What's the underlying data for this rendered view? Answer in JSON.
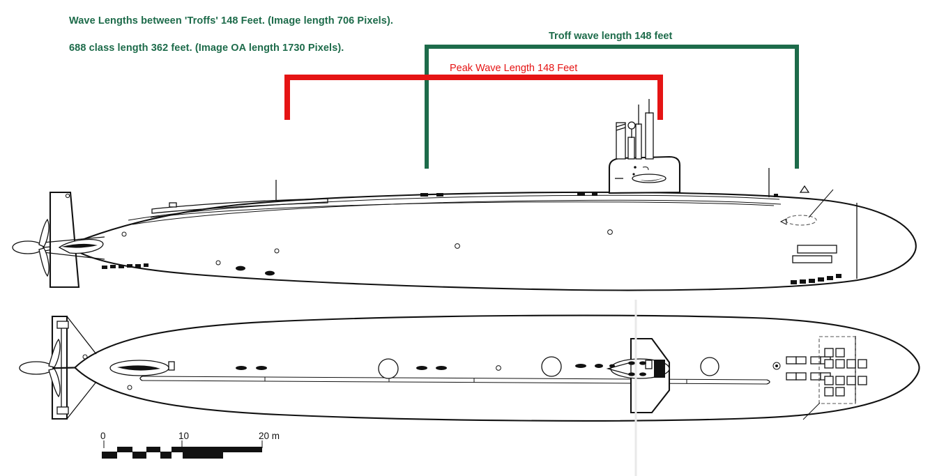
{
  "diagram": {
    "title_notes": [
      "Wave Lengths between 'Troffs'   148 Feet.  (Image length 706 Pixels).",
      "688 class length 362 feet.   (Image OA length 1730 Pixels)."
    ],
    "annotations": {
      "troff_label": "Troff wave length 148 feet",
      "peak_label": "Peak  Wave Length 148 Feet"
    },
    "colors": {
      "green": "#1d6b4a",
      "red": "#e51414",
      "outline": "#111111",
      "background": "#ffffff"
    },
    "scale": {
      "ticks": [
        "0",
        "10",
        "20 m"
      ],
      "unit": "m"
    },
    "views": {
      "profile": "submarine-side-elevation",
      "plan": "submarine-plan-view"
    },
    "subject": "688 class submarine"
  }
}
